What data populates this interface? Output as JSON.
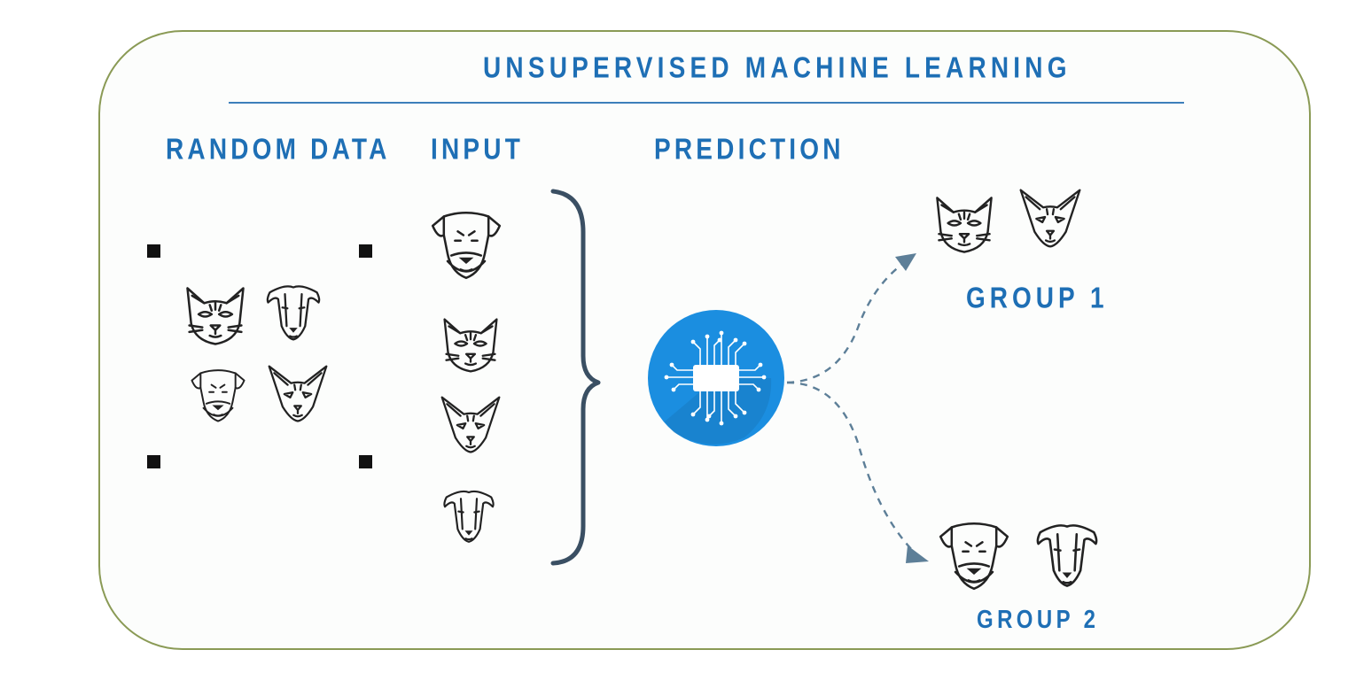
{
  "diagram": {
    "title": "UNSUPERVISED MACHINE LEARNING",
    "sections": {
      "random_data": "RANDOM DATA",
      "input": "INPUT",
      "prediction": "PREDICTION"
    },
    "groups": {
      "group1": "GROUP 1",
      "group2": "GROUP 2"
    },
    "icons": {
      "animal_icons": [
        "cat-face-icon",
        "greyhound-face-icon",
        "terrier-face-icon",
        "sphynx-cat-face-icon"
      ],
      "model_icon": "circuit-chip-icon"
    },
    "colors": {
      "title_blue": "#1e6fb5",
      "frame_border": "#8a9a55",
      "chip_circle": "#1b8ee0",
      "arrow": "#5d7f98",
      "brace": "#3a4f63"
    }
  }
}
